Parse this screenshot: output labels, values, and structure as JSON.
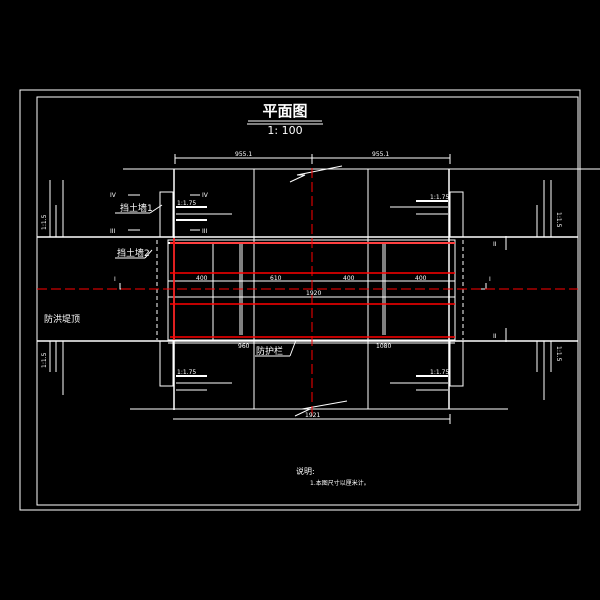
{
  "title": "平面图",
  "scale": "1: 100",
  "labels": {
    "retaining_wall_1": "挡土墙1",
    "retaining_wall_2": "挡土墙2",
    "embankment_top": "防洪堤顶",
    "guardrail": "防护栏"
  },
  "section_marks": {
    "I_left": "I",
    "I_right": "I",
    "II_top": "II",
    "II_bottom": "II",
    "III_left": "III",
    "III_right": "III",
    "IV_left": "IV",
    "IV_right": "IV"
  },
  "dimensions": {
    "top_left": "955.1",
    "top_right": "955.1",
    "bottom": "1921",
    "deck_a": "400",
    "deck_b": "610",
    "deck_c": "400",
    "deck_d": "400",
    "center": "1920",
    "under_left": "960",
    "under_right": "1080"
  },
  "slopes": {
    "top_left": "1:1.75",
    "top_right": "1:1.75",
    "bottom_left": "1:1.75",
    "bottom_right": "1:1.75",
    "left_top": "1:1.5",
    "left_bottom": "1:1.5",
    "right_top": "1:1.5",
    "right_bottom": "1:1.5"
  },
  "notes": {
    "heading": "说明:",
    "item_1": "1.本图尺寸以厘米计。"
  },
  "colors": {
    "background": "#000000",
    "line": "#ffffff",
    "centerline": "#ff0000"
  }
}
